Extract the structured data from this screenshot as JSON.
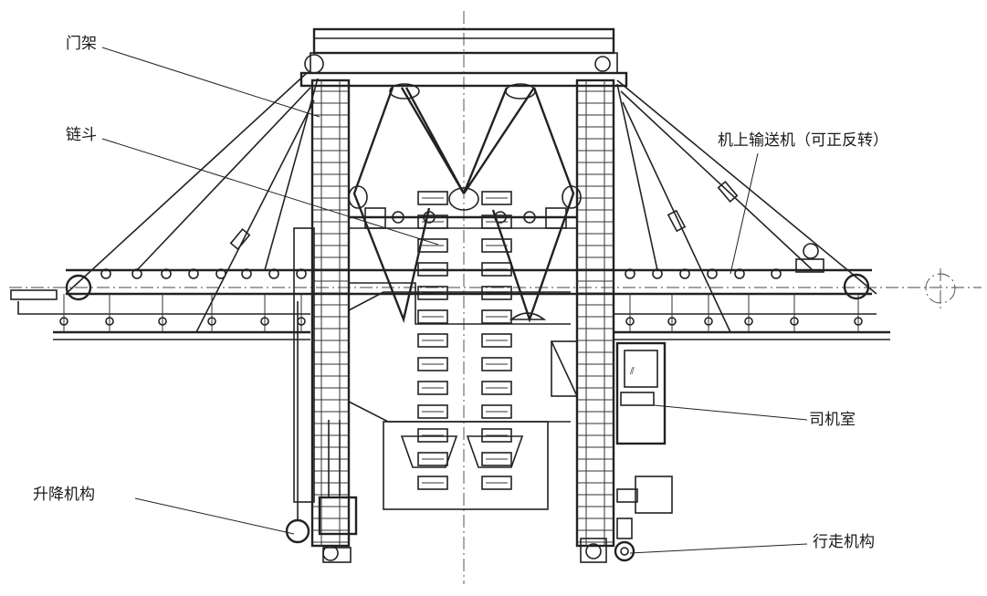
{
  "labels": {
    "gantry": "门架",
    "chain_bucket": "链斗",
    "conveyor": "机上输送机（可正反转）",
    "cab": "司机室",
    "lifting": "升降机构",
    "travel": "行走机构"
  }
}
